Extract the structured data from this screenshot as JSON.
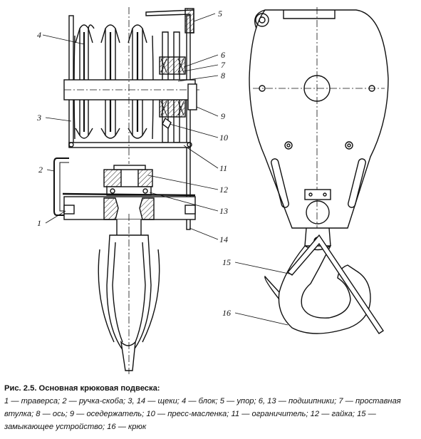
{
  "figure": {
    "callouts": [
      "1",
      "2",
      "3",
      "4",
      "5",
      "6",
      "7",
      "8",
      "9",
      "10",
      "11",
      "12",
      "13",
      "14",
      "15",
      "16"
    ]
  },
  "caption": {
    "title": "Рис. 2.5. Основная крюковая подвеска:",
    "body": "1 — траверса; 2 — ручка-скоба; 3, 14 — щеки; 4 — блок; 5 — упор; 6, 13 — подшипники; 7 — проставная втулка; 8 — ось; 9 — оседержатель; 10 — пресс-масленка; 11 — ограничитель; 12 — гайка; 15 — замыкающее устройство; 16 — крюк"
  }
}
